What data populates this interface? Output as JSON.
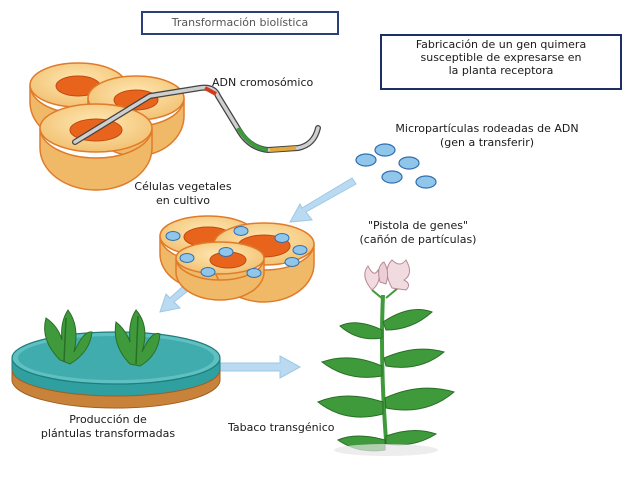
{
  "title": "Transformación biolística",
  "note": {
    "line1": "Fabricación de un gen quimera",
    "line2": "susceptible de expresarse en",
    "line3": "la planta receptora"
  },
  "labels": {
    "adn": "ADN cromosómico",
    "micro_line1": "Micropartículas rodeadas de ADN",
    "micro_line2": "(gen a transferir)",
    "cells_line1": "Células vegetales",
    "cells_line2": "en cultivo",
    "gun_line1": "\"Pistola de genes\"",
    "gun_line2": "(cañón de partículas)",
    "prod_line1": "Producción de",
    "prod_line2": "plántulas transformadas",
    "tabaco": "Tabaco transgénico"
  },
  "colors": {
    "cell_fill": "#f6cf86",
    "cell_outline": "#e07b2a",
    "nucleus": "#e8641c",
    "particle": "#8fc6ea",
    "particle_ring": "#2f6fb0",
    "arrow": "#b9daf0",
    "leaf": "#3f9a3b",
    "flower": "#f2dbe0",
    "dish": "#2f9fa0",
    "soil": "#c9823a"
  }
}
